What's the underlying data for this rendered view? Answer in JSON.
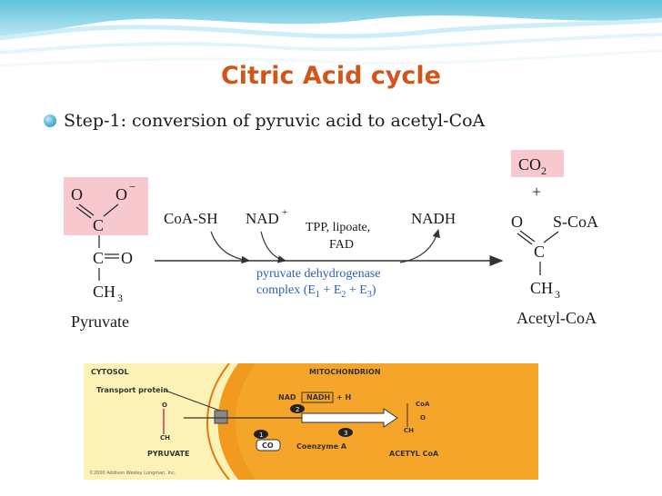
{
  "slide": {
    "title": "Citric Acid cycle",
    "bullet": "Step-1:  conversion of pyruvic acid to acetyl-CoA"
  },
  "reaction": {
    "pyruvate": {
      "atoms": [
        "O",
        "O",
        "−",
        "C",
        "C",
        "O",
        "CH",
        "3"
      ],
      "label": "Pyruvate"
    },
    "cofactors_in": {
      "coash": "CoA-SH",
      "nad": "NAD",
      "nad_sup": "+"
    },
    "conditions": {
      "line1": "TPP, lipoate,",
      "line2": "FAD"
    },
    "nadh": "NADH",
    "enzyme": {
      "line1": "pyruvate dehydrogenase",
      "line2_parts": [
        "complex (E",
        "1",
        " + E",
        "2",
        " + E",
        "3",
        ")"
      ]
    },
    "co2": {
      "text": "CO",
      "sub": "2"
    },
    "plus": "+",
    "acetyl_coa": {
      "atoms": [
        "O",
        "S-CoA",
        "C",
        "CH",
        "3"
      ],
      "label": "Acetyl-CoA"
    },
    "highlight_color": "#f7c9cf"
  },
  "inset": {
    "cytosol": "CYTOSOL",
    "mitochondrion": "MITOCHONDRION",
    "transport_protein": "Transport protein",
    "nad_plus": "NAD",
    "nadh": "NADH",
    "h_plus": "+ H",
    "step1": "1",
    "step2": "2",
    "step3": "3",
    "co2": "CO",
    "coenzyme_a": "Coenzyme A",
    "pyruvate": "PYRUVATE",
    "acetyl_coa": "ACETYL CoA",
    "coa_label": "CoA",
    "ch3": "CH",
    "o_label": "O",
    "credit": "©2000 Addison Wesley Longman, Inc.",
    "colors": {
      "cytosol_bg": "#fdf2b5",
      "membrane": "#f29a1e",
      "mito_bg": "#f6a52b"
    }
  }
}
